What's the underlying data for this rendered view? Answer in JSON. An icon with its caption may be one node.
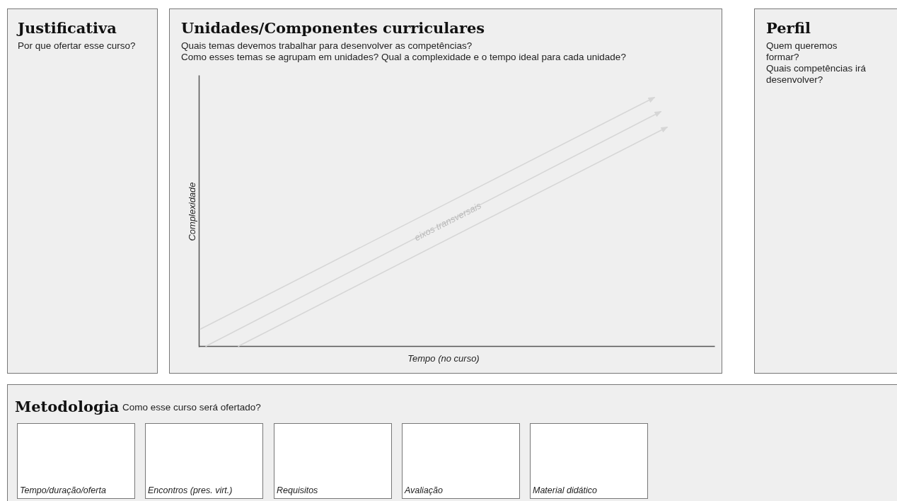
{
  "diagram": {
    "nodes": [
      {
        "text": [
          "Justificativa",
          "Por que ofertar esse curso?"
        ]
      },
      {
        "text": [
          "Unidades/Componentes curriculares",
          "Quais temas devemos trabalhar para desenvolver as competências?",
          "Como esses temas se agrupam em unidades? Qual a complexidade e o tempo ideal para cada unidade?"
        ]
      },
      {
        "text": [
          "Perfil",
          "Quem queremos formar?",
          "Quais competências irá desenvolver?"
        ]
      },
      {
        "text": [
          "Metodologia",
          "Como esse curso será ofertado?"
        ]
      },
      {
        "text": [
          "Tempo/duração/oferta"
        ],
        "in": 3
      },
      {
        "text": [
          "Encontros (pres. virt.)"
        ],
        "in": 3
      },
      {
        "text": [
          "Requisitos"
        ],
        "in": 3
      },
      {
        "text": [
          "Avaliação"
        ],
        "in": 3
      },
      {
        "text": [
          "Material didático"
        ],
        "in": 3
      }
    ],
    "edges": [],
    "labels": [
      "Complexidade",
      "eixos transversais",
      "Tempo (no curso)"
    ]
  }
}
